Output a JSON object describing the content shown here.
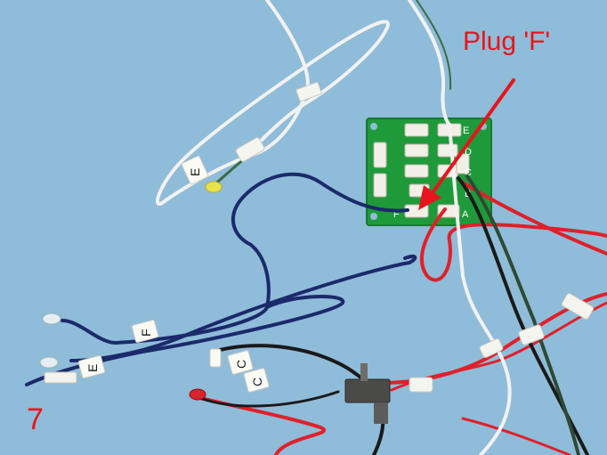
{
  "annotations": {
    "callout_label": "Plug 'F'",
    "step_number": "7"
  },
  "wire_tags": {
    "led_white": "E",
    "led_clear": "F",
    "led_blue_lower": "E",
    "switch_wire": "C",
    "switch_wire_2": "C"
  },
  "board_labels": [
    "E",
    "D",
    "C",
    "B",
    "A",
    "F"
  ],
  "colors": {
    "background": "#8fbcd9",
    "board": "#1f9a3a",
    "annotation": "#e8141c",
    "wire_red": "#e0202a",
    "wire_blue": "#1b2a6b",
    "wire_black": "#1a1a1a",
    "wire_white": "#f2f2f2"
  }
}
